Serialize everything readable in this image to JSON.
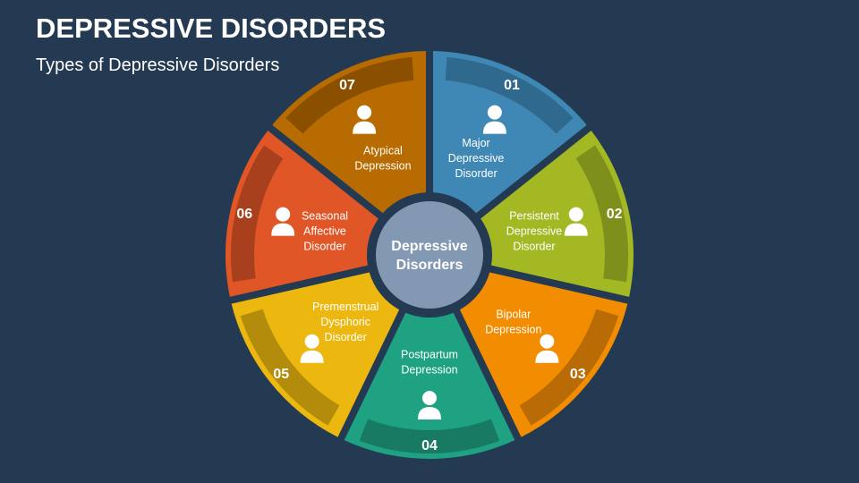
{
  "header": {
    "title": "DEPRESSIVE DISORDERS",
    "subtitle": "Types of Depressive Disorders"
  },
  "center": {
    "lines": [
      "Depressive",
      "Disorders"
    ],
    "color": "#8398b2"
  },
  "segments": [
    {
      "number": "01",
      "lines": [
        "Major",
        "Depressive",
        "Disorder"
      ],
      "icon": "head-storm-icon",
      "color": "#3f88b5",
      "band": "#2f6a8e"
    },
    {
      "number": "02",
      "lines": [
        "Persistent",
        "Depressive",
        "Disorder"
      ],
      "icon": "person-under-cloud-icon",
      "color": "#a4b824",
      "band": "#7f8f1c"
    },
    {
      "number": "03",
      "lines": [
        "Bipolar",
        "Depression"
      ],
      "icon": "head-happy-sad-icon",
      "color": "#f28c00",
      "band": "#b96b06"
    },
    {
      "number": "04",
      "lines": [
        "Postpartum",
        "Depression"
      ],
      "icon": "mother-stroller-icon",
      "color": "#1fa282",
      "band": "#187a62"
    },
    {
      "number": "05",
      "lines": [
        "Premenstrual",
        "Dysphoric",
        "Disorder"
      ],
      "icon": "woman-cramp-icon",
      "color": "#ecb80f",
      "band": "#b38c0b"
    },
    {
      "number": "06",
      "lines": [
        "Seasonal",
        "Affective",
        "Disorder"
      ],
      "icon": "people-under-lamps-icon",
      "color": "#e05626",
      "band": "#a9401d"
    },
    {
      "number": "07",
      "lines": [
        "Atypical",
        "Depression"
      ],
      "icon": "sad-person-at-desk-icon",
      "color": "#b86b00",
      "band": "#8a5000"
    }
  ]
}
